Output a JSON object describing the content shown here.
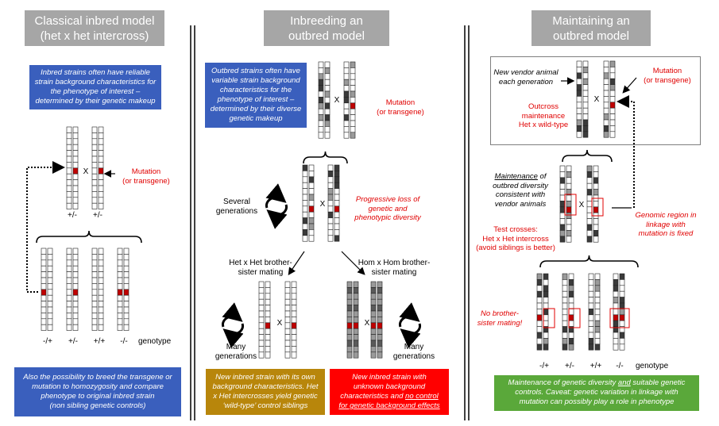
{
  "panel1": {
    "header": "Classical inbred model\n(het x het intercross)",
    "info_box": "Inbred strains often have reliable\nstrain background characteristics for\nthe phenotype of interest –\ndetermined by their genetic makeup",
    "cross_x": "X",
    "mutation_label": "Mutation\n(or transgene)",
    "parent_genotypes": [
      "+/-",
      "+/-"
    ],
    "offspring_genotypes": [
      "-/+",
      "+/-",
      "+/+",
      "-/-"
    ],
    "genotype_label": "genotype",
    "bottom_box": "Also the possibility to breed the transgene or\nmutation to homozygosity and compare\nphenotype to original inbred strain\n(non sibling genetic controls)"
  },
  "panel2": {
    "header": "Inbreeding an\noutbred model",
    "info_box": "Outbred strains often have\nvariable strain background\ncharacteristics for the\nphenotype of interest –\ndetermined by their diverse\ngenetic makeup",
    "cross_x": "X",
    "mutation_label": "Mutation\n(or transgene)",
    "several_generations": "Several\ngenerations",
    "progressive_loss": "Progressive loss of\ngenetic and\nphenotypic diversity",
    "het_mating": "Het x Het brother-\nsister mating",
    "hom_mating": "Hom x Hom brother-\nsister mating",
    "many_generations_left": "Many\ngenerations",
    "many_generations_right": "Many\ngenerations",
    "gold_box": "New inbred strain with its own\nbackground characteristics. Het\nx Het intercrosses yield genetic\n‘wild-type’ control siblings",
    "red_box_line1": "New inbred strain with",
    "red_box_line2": "unknown background",
    "red_box_line3a": "characteristics and ",
    "red_box_line3b": "no control",
    "red_box_line4": "for genetic background effects"
  },
  "panel3": {
    "header": "Maintaining an\noutbred model",
    "vendor_label": "New vendor animal\neach generation",
    "outcross_label": "Outcross\nmaintenance\nHet x wild-type",
    "cross_x": "X",
    "mutation_label": "Mutation\n(or transgene)",
    "maintenance_word": "Maintenance",
    "maintenance_rest": " of\noutbred diversity\nconsistent with\nvendor animals",
    "test_crosses": "Test crosses:\nHet x Het intercross\n(avoid siblings is better)",
    "genomic_region": "Genomic region in\nlinkage with\nmutation is fixed",
    "no_brother": "No brother-\nsister mating!",
    "offspring_genotypes": [
      "-/+",
      "+/-",
      "+/+",
      "-/-"
    ],
    "genotype_label": "genotype",
    "green_box_part1": "Maintenance of genetic diversity ",
    "green_box_and": "and",
    "green_box_part2": " suitable genetic\ncontrols. Caveat: genetic variation in linkage with\nmutation can possibly play a role in phenotype"
  },
  "colors": {
    "header_gray": "#a6a6a6",
    "blue": "#3a5fbd",
    "gold": "#b8860b",
    "red": "#ff0000",
    "green": "#5aa83a",
    "mutation_red": "#c00000"
  }
}
